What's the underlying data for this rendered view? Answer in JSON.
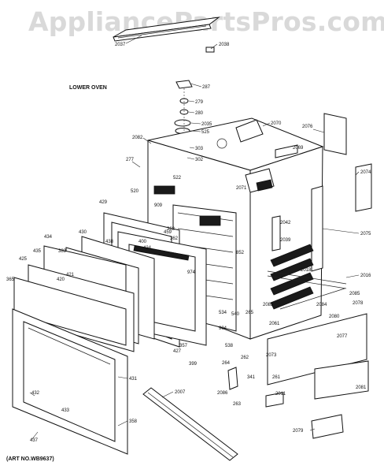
{
  "watermark": "AppliancePartsPros.com",
  "section_label": "LOWER OVEN",
  "art_number": "(ART NO.WB9637)",
  "part_numbers": [
    "2037",
    "2038",
    "287",
    "279",
    "280",
    "2035",
    "525",
    "303",
    "302",
    "2070",
    "2076",
    "2082",
    "2069",
    "277",
    "522",
    "2071",
    "2074",
    "520",
    "909",
    "2042",
    "429",
    "459",
    "363",
    "362",
    "2039",
    "2075",
    "434",
    "430",
    "438",
    "400",
    "424",
    "852",
    "2018",
    "2016",
    "435",
    "383",
    "421",
    "420",
    "974",
    "2083",
    "2084",
    "2078",
    "425",
    "365",
    "2085",
    "904",
    "265",
    "540",
    "534",
    "2061",
    "2080",
    "2077",
    "538",
    "2073",
    "427",
    "357",
    "262",
    "399",
    "264",
    "261",
    "2081",
    "431",
    "341",
    "2086",
    "2011",
    "2007",
    "263",
    "432",
    "433",
    "358",
    "2079",
    "437"
  ]
}
